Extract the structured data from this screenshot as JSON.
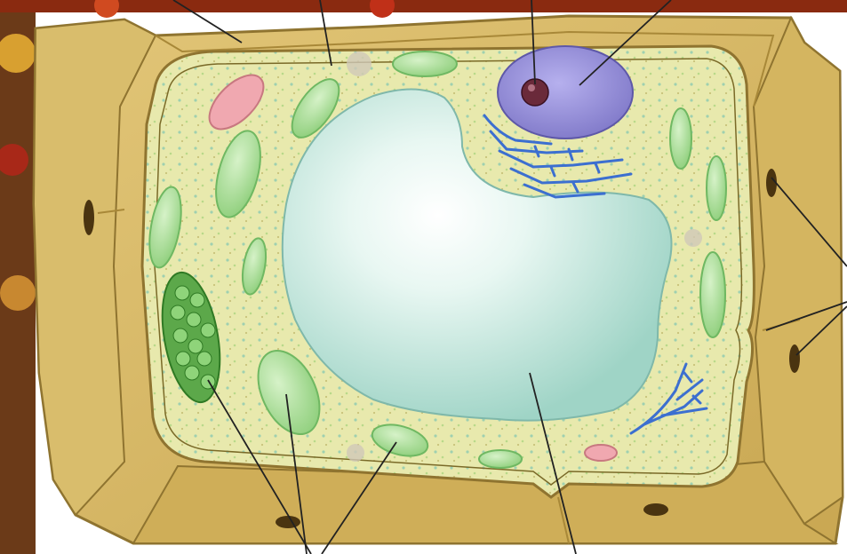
{
  "diagram": {
    "subject": "plant-cell",
    "labels": [],
    "colors": {
      "cell_wall": "#d6b864",
      "cell_wall_dark": "#b8963e",
      "cell_wall_shadow": "#8f7430",
      "cytoplasm": "#e6e8a8",
      "vacuole": "#bfe6dc",
      "vacuole_highlight": "#f4fbf8",
      "nucleus": "#9e98e0",
      "nucleolus": "#6a2a3a",
      "chloroplast": "#a8dc96",
      "chloroplast_edge": "#6fb862",
      "mitochondrion": "#f0a8b0",
      "er": "#3c6fd0",
      "leader_line": "#222222",
      "background_left": "#7a4a20",
      "background_right": "#ffffff"
    },
    "callout_targets": [
      "cell-wall",
      "cytoplasm",
      "nucleolus",
      "nucleus",
      "plasmodesmata",
      "chloroplasts",
      "vacuole"
    ]
  }
}
